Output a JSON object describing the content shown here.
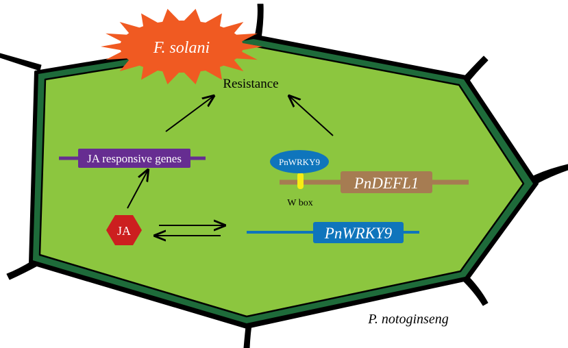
{
  "pathogen": {
    "label": "F. solani"
  },
  "outcome": {
    "label": "Resistance"
  },
  "ja_genes": {
    "label": "JA responsive genes"
  },
  "hormone": {
    "label": "JA"
  },
  "tf_protein": {
    "label": "PnWRKY9"
  },
  "target_gene": {
    "label": "PnDEFL1"
  },
  "cis_element": {
    "label": "W box"
  },
  "tf_gene": {
    "label": "PnWRKY9"
  },
  "organism": {
    "label": "P. notoginseng"
  },
  "colors": {
    "cytoplasm": "#8cc63f",
    "cell_wall": "#1e6b3a",
    "wall_outline": "#000000",
    "pathogen": "#f05a22",
    "ja_genes_box": "#662d91",
    "hormone": "#cc1f1f",
    "tf_blue": "#0f75bc",
    "target_gene": "#a67c52",
    "target_line": "#a67c52",
    "w_box": "#f7ec13"
  }
}
